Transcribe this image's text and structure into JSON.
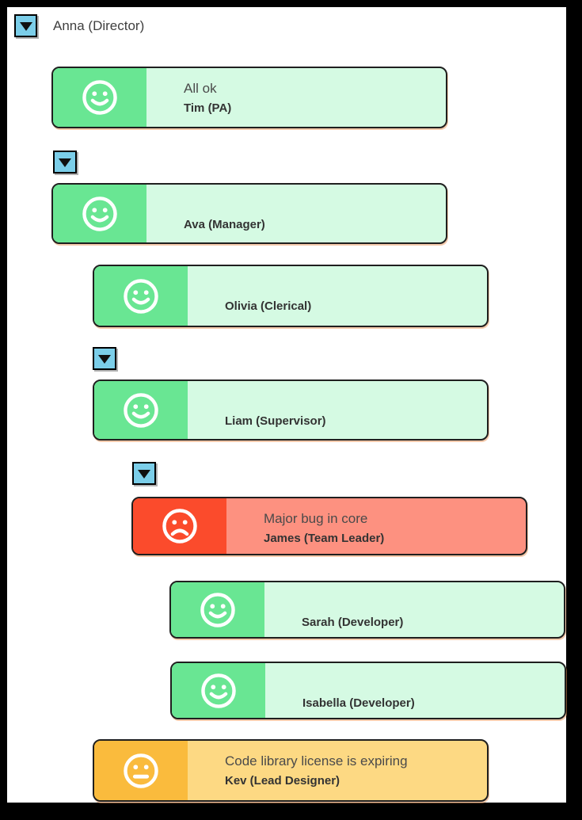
{
  "colors": {
    "ok": "#69e693",
    "ok_light": "#d5fae3",
    "error": "#fb4b2c",
    "error_light": "#fd9180",
    "warning": "#fabb3d",
    "warning_light": "#fdd983",
    "expander": "#7bcee9"
  },
  "root": {
    "label": "Anna (Director)"
  },
  "nodes": [
    {
      "name": "Tim (PA)",
      "status": "All ok",
      "mood": "happy"
    },
    {
      "name": "Ava (Manager)",
      "status": "",
      "mood": "happy"
    },
    {
      "name": "Olivia (Clerical)",
      "status": "",
      "mood": "happy"
    },
    {
      "name": "Liam (Supervisor)",
      "status": "",
      "mood": "happy"
    },
    {
      "name": "James (Team Leader)",
      "status": "Major bug in core",
      "mood": "sad"
    },
    {
      "name": "Sarah (Developer)",
      "status": "",
      "mood": "happy"
    },
    {
      "name": "Isabella (Developer)",
      "status": "",
      "mood": "happy"
    },
    {
      "name": "Kev (Lead Designer)",
      "status": "Code library license is expiring",
      "mood": "neutral"
    }
  ]
}
